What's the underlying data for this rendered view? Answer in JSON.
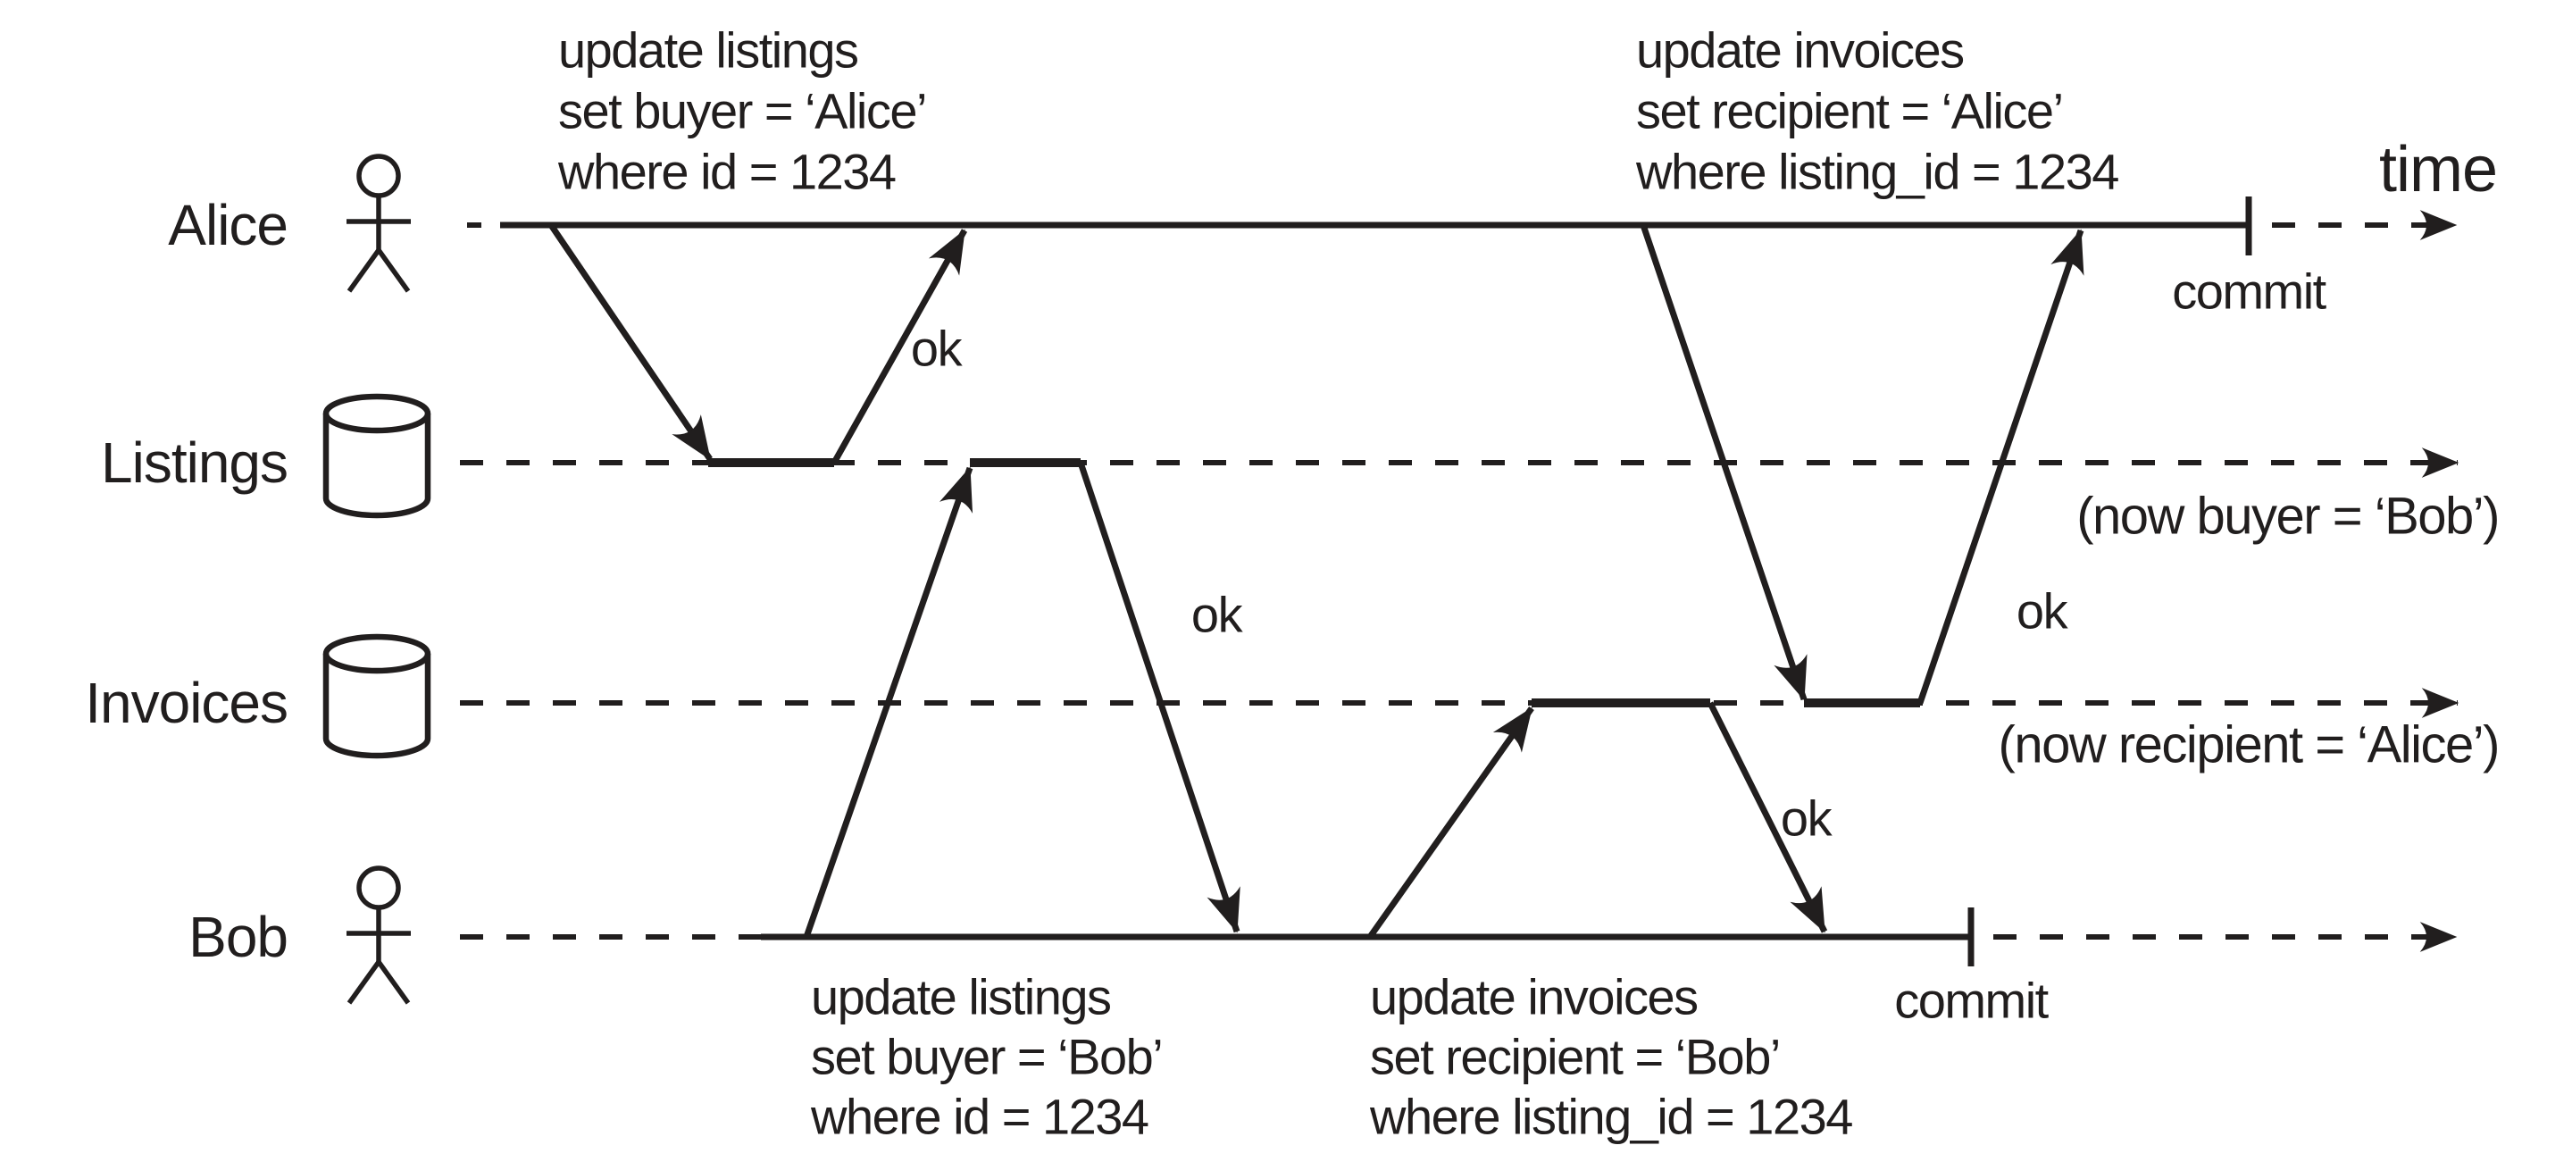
{
  "figure": {
    "time_axis_label": "time",
    "commit_label": "commit",
    "ok_label": "ok",
    "lanes": [
      {
        "label": "Alice",
        "type": "person"
      },
      {
        "label": "Listings",
        "type": "database"
      },
      {
        "label": "Invoices",
        "type": "database"
      },
      {
        "label": "Bob",
        "type": "person"
      }
    ],
    "transactions": {
      "alice_update_listings": {
        "lines": [
          "update listings",
          "set buyer = ‘Alice’",
          "where id = 1234"
        ]
      },
      "alice_update_invoices": {
        "lines": [
          "update invoices",
          "set recipient = ‘Alice’",
          "where listing_id = 1234"
        ]
      },
      "bob_update_listings": {
        "lines": [
          "update listings",
          "set buyer = ‘Bob’",
          "where id = 1234"
        ]
      },
      "bob_update_invoices": {
        "lines": [
          "update invoices",
          "set recipient = ‘Bob’",
          "where listing_id = 1234"
        ]
      }
    },
    "outcomes": {
      "listings": "(now buyer = ‘Bob’)",
      "invoices": "(now recipient = ‘Alice’)"
    },
    "colors": {
      "ink": "#211e1e",
      "background": "#ffffff"
    }
  }
}
